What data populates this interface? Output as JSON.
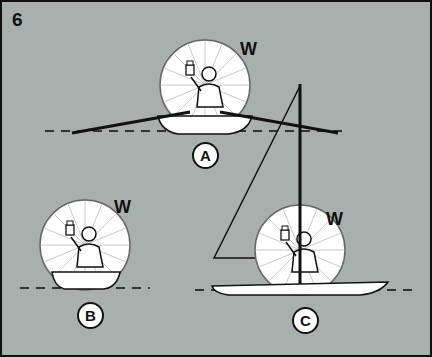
{
  "diagram": {
    "nodes": [
      {
        "text": [
          "A"
        ]
      },
      {
        "text": [
          "B"
        ]
      },
      {
        "text": [
          "C"
        ]
      }
    ],
    "labels": [
      "6",
      "W",
      "W",
      "W"
    ]
  }
}
